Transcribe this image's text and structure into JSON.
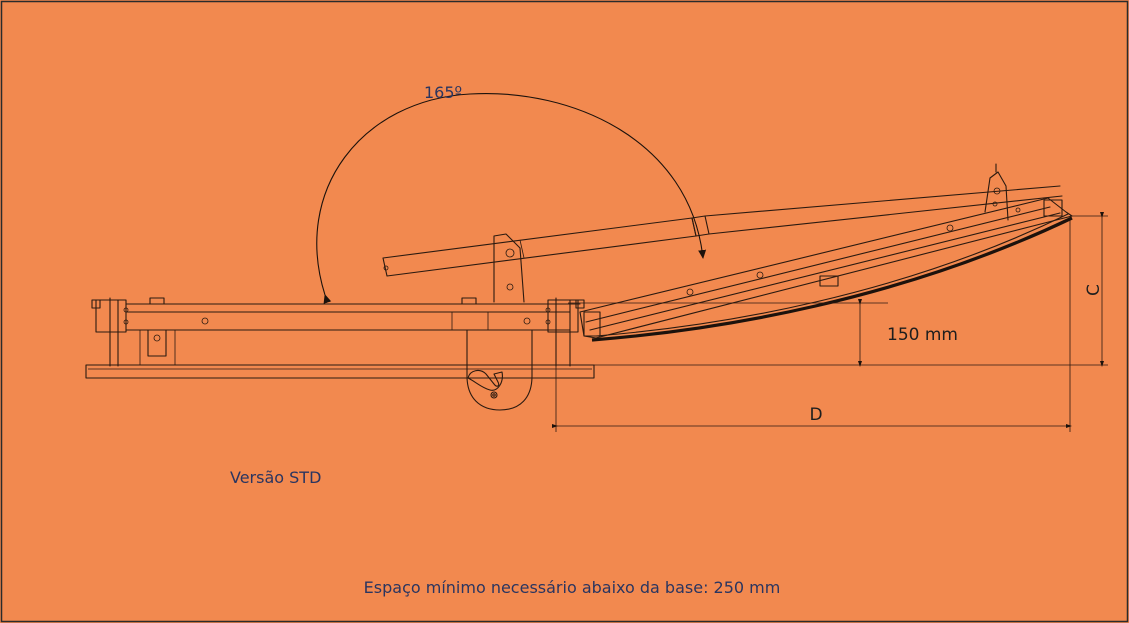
{
  "diagram": {
    "angle_label": "165º",
    "dim_150_label": "150 mm",
    "dim_c_label": "C",
    "dim_d_label": "D",
    "version_label": "Versão STD",
    "footer_note": "Espaço mínimo necessário abaixo da base: 250 mm",
    "colors": {
      "background": "#f2894f",
      "frame": "#2b2b2b",
      "line": "#2b1a10",
      "text": "#2a3560"
    }
  }
}
